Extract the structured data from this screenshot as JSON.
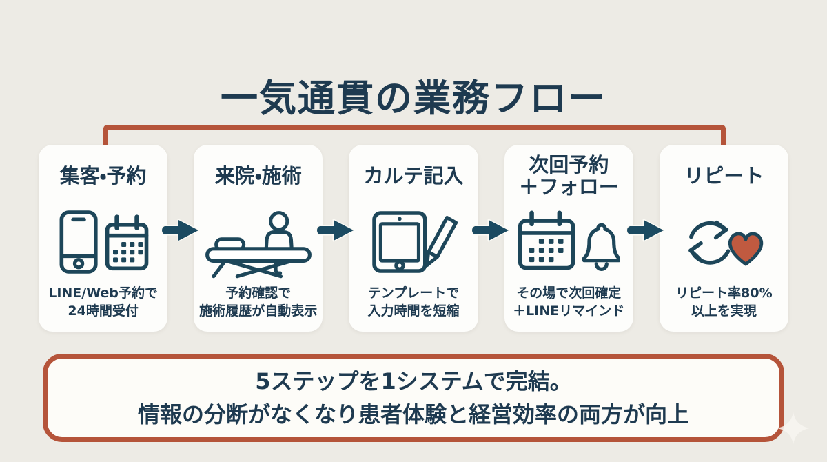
{
  "title": "一気通貫の業務フロー",
  "steps": [
    {
      "title": "集客・予約",
      "caption": "LINE/Web予約で\n24時間受付",
      "icons": [
        "smartphone-icon",
        "calendar-icon"
      ]
    },
    {
      "title": "来院・施術",
      "caption": "予約確認で\n施術履歴が自動表示",
      "icons": [
        "treatment-table-icon"
      ]
    },
    {
      "title": "カルテ記入",
      "caption": "テンプレートで\n入力時間を短縮",
      "icons": [
        "tablet-icon",
        "pen-icon"
      ]
    },
    {
      "title": "次回予約\n＋フォロー",
      "caption": "その場で次回確定\n＋LINEリマインド",
      "icons": [
        "calendar-icon",
        "bell-icon"
      ]
    },
    {
      "title": "リピート",
      "caption": "リピート率80%\n以上を実現",
      "icons": [
        "repeat-cycle-icon",
        "heart-icon"
      ]
    }
  ],
  "summary": "5ステップを1システムで完結。\n情報の分断がなくなり患者体験と経営効率の両方が向上",
  "decorations": [
    "flow-bracket",
    "sparkle-icon"
  ],
  "colors": {
    "background": "#edebe5",
    "card_background": "#fdfdfb",
    "text_dark_navy": "#1e3a50",
    "icon_stroke": "#1d4659",
    "arrow": "#1b4a61",
    "accent_terracotta": "#b5543a",
    "heart_fill": "#c05a40",
    "summary_box_background": "#fdfcf8"
  }
}
